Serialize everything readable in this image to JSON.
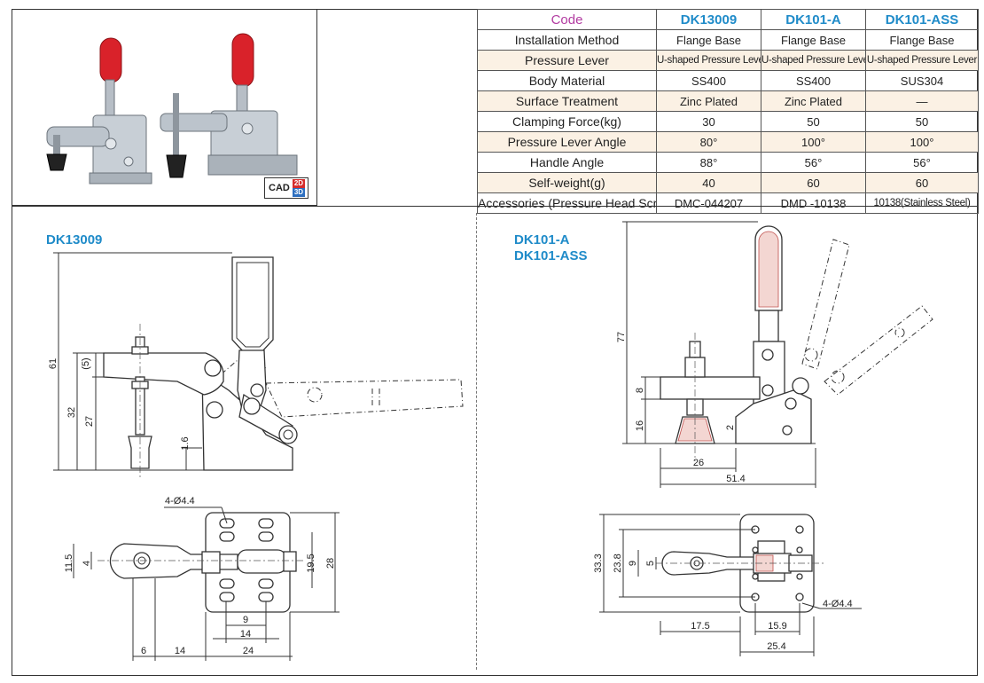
{
  "spec_table": {
    "code_label": "Code",
    "models": [
      "DK13009",
      "DK101-A",
      "DK101-ASS"
    ],
    "rows": [
      {
        "label": "Installation Method",
        "values": [
          "Flange Base",
          "Flange Base",
          "Flange Base"
        ]
      },
      {
        "label": "Pressure Lever",
        "values": [
          "U-shaped Pressure Lever",
          "U-shaped Pressure Lever",
          "U-shaped Pressure Lever"
        ]
      },
      {
        "label": "Body Material",
        "values": [
          "SS400",
          "SS400",
          "SUS304"
        ]
      },
      {
        "label": "Surface Treatment",
        "values": [
          "Zinc Plated",
          "Zinc Plated",
          "—"
        ]
      },
      {
        "label": "Clamping Force(kg)",
        "values": [
          "30",
          "50",
          "50"
        ]
      },
      {
        "label": "Pressure Lever Angle",
        "values": [
          "80°",
          "100°",
          "100°"
        ]
      },
      {
        "label": "Handle Angle",
        "values": [
          "88°",
          "56°",
          "56°"
        ]
      },
      {
        "label": "Self-weight(g)",
        "values": [
          "40",
          "60",
          "60"
        ]
      },
      {
        "label": "Accessories (Pressure Head Screw)",
        "values": [
          "DMC-044207",
          "DMD -10138",
          "10138(Stainless Steel)"
        ]
      }
    ]
  },
  "cad_badge": {
    "cad": "CAD",
    "d2": "2D",
    "d3": "3D"
  },
  "left_drawing": {
    "model": "DK13009",
    "dims": {
      "h61": "61",
      "h5": "(5)",
      "h32": "32",
      "h27": "27",
      "h16": "1.6",
      "hole_callout": "4-Ø4.4",
      "p115": "11.5",
      "p4": "4",
      "p195": "19.5",
      "p28": "28",
      "p9": "9",
      "p14a": "14",
      "p6": "6",
      "p14b": "14",
      "p24": "24"
    }
  },
  "right_drawing": {
    "model_a": "DK101-A",
    "model_b": "DK101-ASS",
    "dims": {
      "h77": "77",
      "h8": "8",
      "h16": "16",
      "h2": "2",
      "w26": "26",
      "w514": "51.4",
      "p333": "33.3",
      "p238": "23.8",
      "p9": "9",
      "p5": "5",
      "hole_callout": "4-Ø4.4",
      "w175": "17.5",
      "w159": "15.9",
      "w254": "25.4"
    }
  }
}
